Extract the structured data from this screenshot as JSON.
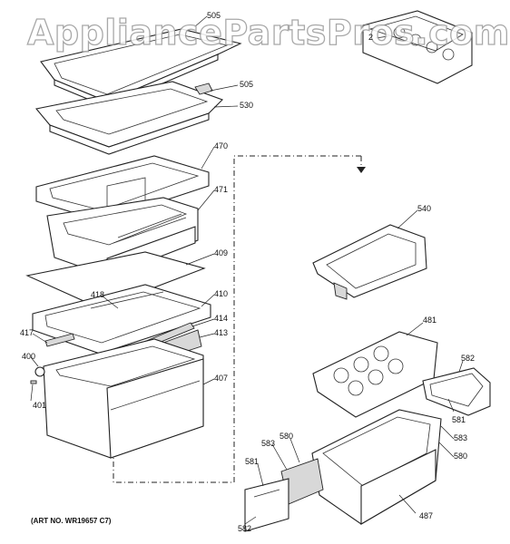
{
  "watermark": "AppliancePartsPros.com",
  "art_number": "(ART NO. WR19657 C7)",
  "callouts": {
    "c505a": "505",
    "c2": "2",
    "c505b": "505",
    "c530": "530",
    "c470": "470",
    "c471": "471",
    "c540": "540",
    "c409": "409",
    "c418": "418",
    "c410": "410",
    "c414": "414",
    "c417": "417",
    "c413": "413",
    "c481": "481",
    "c400": "400",
    "c407": "407",
    "c401": "401",
    "c582a": "582",
    "c581a": "581",
    "c583a": "583",
    "c580a": "580",
    "c583b": "583",
    "c580b": "580",
    "c581b": "581",
    "c582b": "582",
    "c487": "487"
  }
}
